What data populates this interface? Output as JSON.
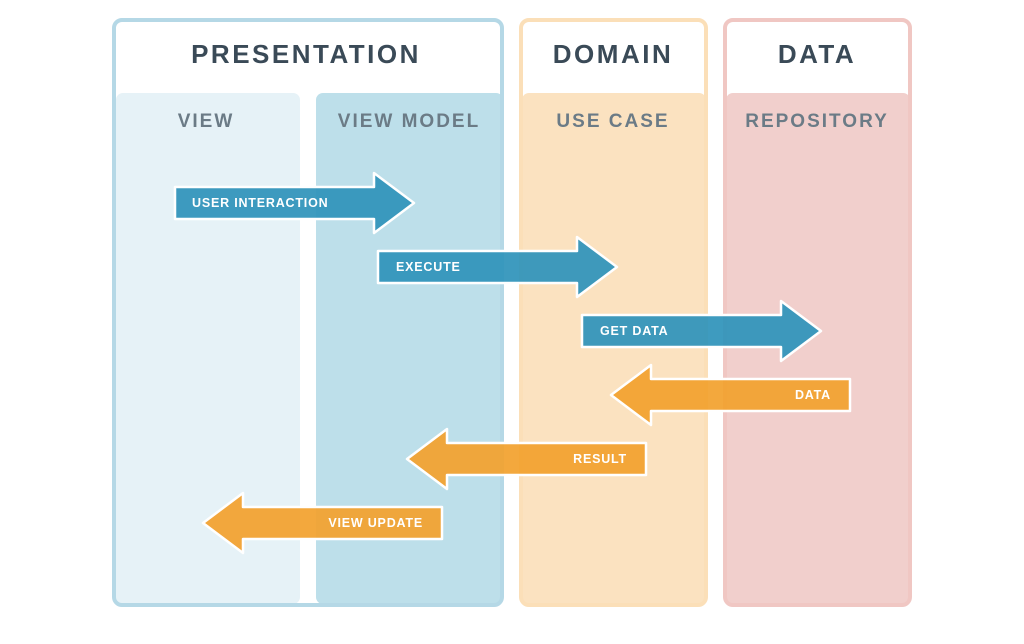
{
  "layers": [
    {
      "title": "PRESENTATION",
      "color": "#b5d8e6"
    },
    {
      "title": "DOMAIN",
      "color": "#fbdfb8"
    },
    {
      "title": "DATA",
      "color": "#f0c7c3"
    }
  ],
  "columns": [
    {
      "title": "VIEW",
      "color": "#e6f2f7"
    },
    {
      "title": "VIEW MODEL",
      "color": "#bddfea"
    },
    {
      "title": "USE CASE",
      "color": "#fbe2c0"
    },
    {
      "title": "REPOSITORY",
      "color": "#f1cfcc"
    }
  ],
  "arrows": [
    {
      "label": "USER INTERACTION",
      "direction": "right",
      "color": "#2f93ba"
    },
    {
      "label": "EXECUTE",
      "direction": "right",
      "color": "#2f93ba"
    },
    {
      "label": "GET DATA",
      "direction": "right",
      "color": "#2f93ba"
    },
    {
      "label": "DATA",
      "direction": "left",
      "color": "#f2a12e"
    },
    {
      "label": "RESULT",
      "direction": "left",
      "color": "#f2a12e"
    },
    {
      "label": "VIEW UPDATE",
      "direction": "left",
      "color": "#f2a12e"
    }
  ]
}
